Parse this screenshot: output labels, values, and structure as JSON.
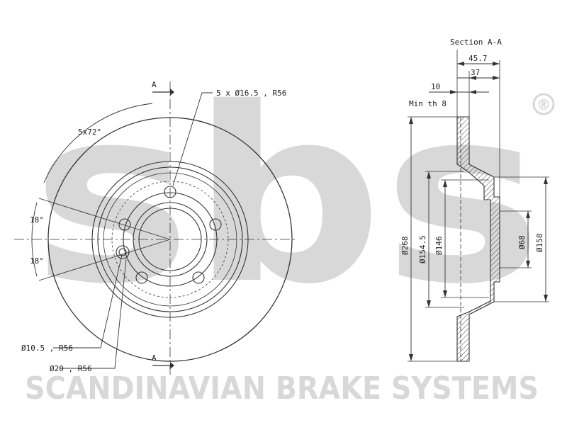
{
  "watermark": {
    "logo_text": "sbs",
    "registered_mark": "®",
    "tagline": "SCANDINAVIAN BRAKE SYSTEMS"
  },
  "front_view": {
    "section_marker_top": "A",
    "section_marker_bottom": "A",
    "bolt_holes_label": "5 x Ø16.5 , R56",
    "angle_count_label": "5x72°",
    "angle_upper_label": "18°",
    "angle_lower_label": "18°",
    "hole_small_label": "Ø10.5 , R56",
    "hole_large_label": "Ø20 , R56"
  },
  "section_view": {
    "title": "Section A-A",
    "dim_overall_width": "45.7",
    "dim_hat_width": "37",
    "dim_thickness": "10",
    "min_thickness_label": "Min th 8",
    "dim_outer_diameter": "Ø268",
    "dim_braking_diameter": "Ø154.5",
    "dim_hat_inner_diameter": "Ø146",
    "dim_center_bore": "Ø68",
    "dim_hat_outer_diameter": "Ø158"
  }
}
